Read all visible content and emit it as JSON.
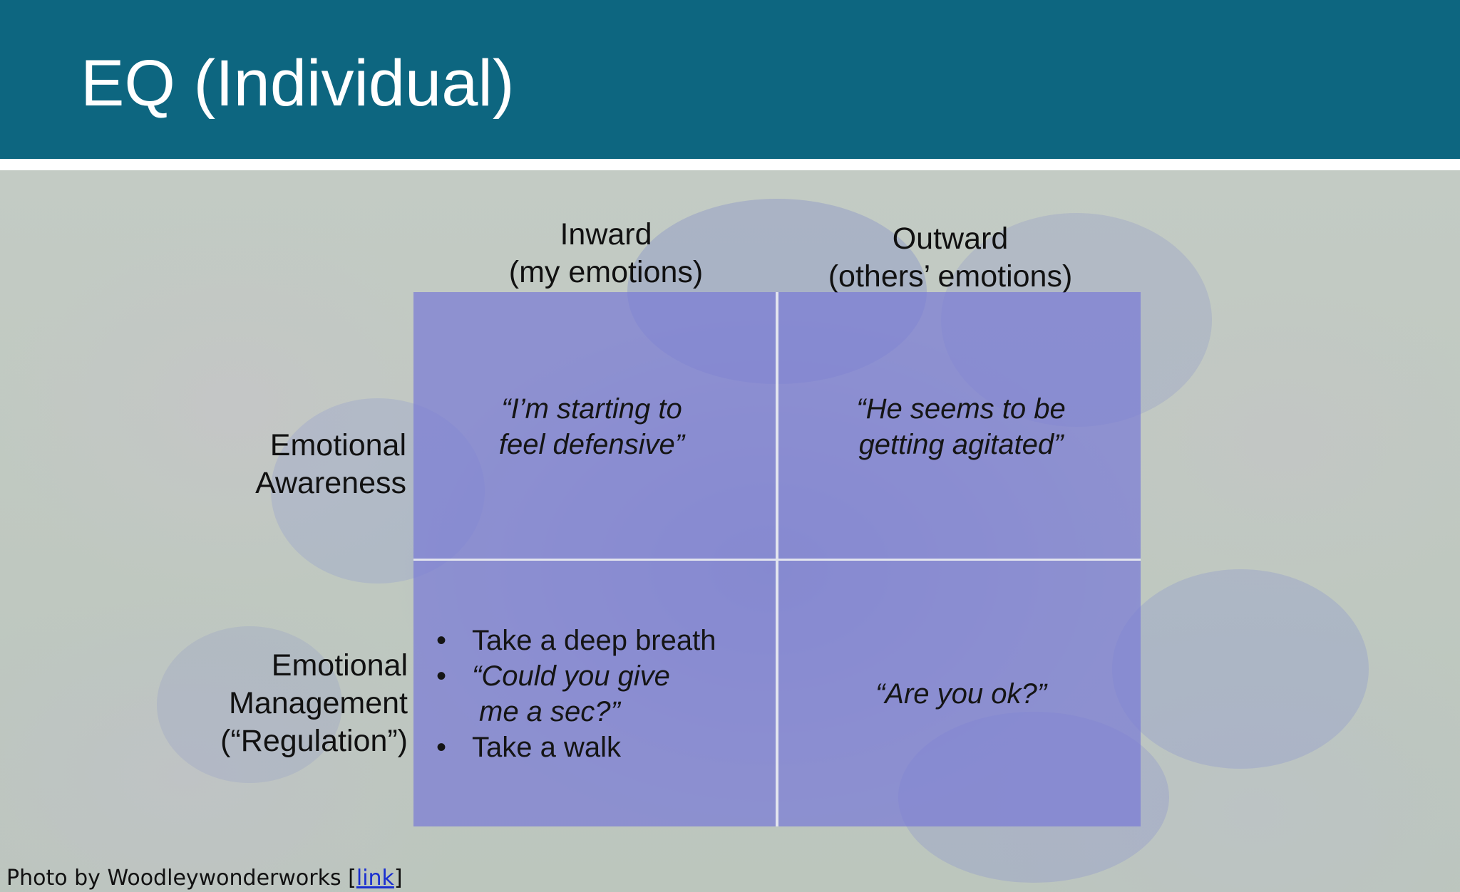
{
  "slide": {
    "title": "EQ (Individual)",
    "colors": {
      "header": "#0d6680",
      "cell_fill": "#7a7cd6",
      "link": "#1a2fd0"
    }
  },
  "columns": {
    "inward": {
      "line1": "Inward",
      "line2": "(my emotions)"
    },
    "outward": {
      "line1": "Outward",
      "line2": "(others’ emotions)"
    }
  },
  "rows": {
    "awareness": {
      "line1": "Emotional",
      "line2": "Awareness"
    },
    "management": {
      "line1": "Emotional",
      "line2": "Management",
      "line3": "(“Regulation”)"
    }
  },
  "cells": {
    "awareness_inward": {
      "line1": "“I’m starting to",
      "line2": "feel defensive”"
    },
    "awareness_outward": {
      "line1": "“He seems to be",
      "line2": "getting agitated”"
    },
    "management_inward": {
      "bullet_symbol": "•",
      "items": [
        "Take a deep breath",
        "“Could you give",
        "me a sec?”",
        "Take a walk"
      ]
    },
    "management_outward": {
      "text": "“Are you ok?”"
    }
  },
  "credit": {
    "prefix": "Photo by Woodleywonderworks [",
    "link_text": "link",
    "suffix": "]"
  }
}
